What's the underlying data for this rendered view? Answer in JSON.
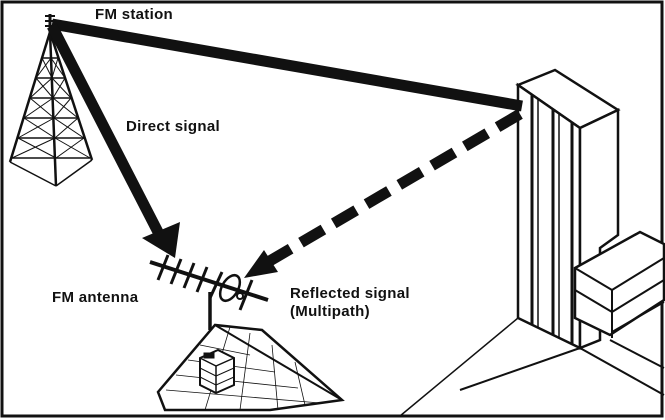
{
  "labels": {
    "fm_station": "FM station",
    "direct_signal": "Direct signal",
    "fm_antenna": "FM antenna",
    "reflected_signal": "Reflected signal",
    "multipath": "(Multipath)"
  },
  "colors": {
    "ink": "#111111",
    "paper": "#ffffff"
  }
}
